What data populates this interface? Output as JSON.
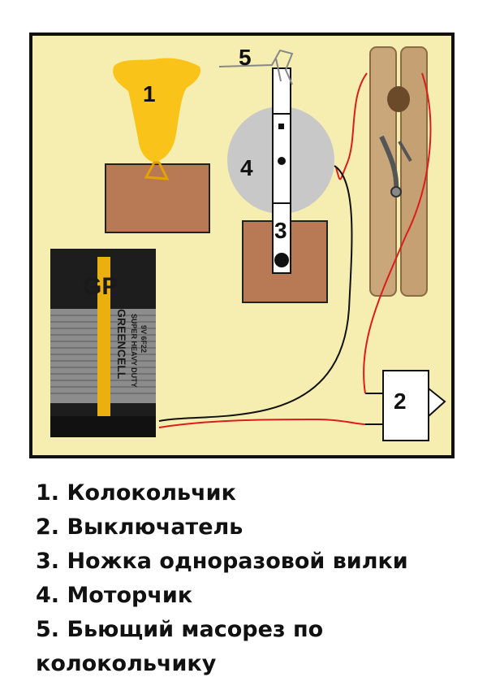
{
  "diagram": {
    "labels": {
      "bell": "1",
      "switch": "2",
      "fork_leg": "3",
      "motor": "4",
      "striker": "5"
    },
    "battery_logo": "GP",
    "battery_brand": "GREENCELL",
    "battery_line2": "SUPER HEAVY DUTY",
    "battery_line3": "9V 6F22",
    "colors": {
      "board": "#f6eeb1",
      "board_border": "#111111",
      "bell": "#f9c319",
      "wood_block": "#b87a55",
      "motor": "#c8c8c8",
      "wire_red": "#dd1c1c",
      "wire_black": "#111111",
      "clothespin": "#c9a77a"
    }
  },
  "legend": {
    "items": [
      "1. Колокольчик",
      "2. Выключатель",
      "3. Ножка одноразовой вилки",
      "4. Моторчик",
      "5. Бьющий масорез по колокольчику"
    ]
  }
}
